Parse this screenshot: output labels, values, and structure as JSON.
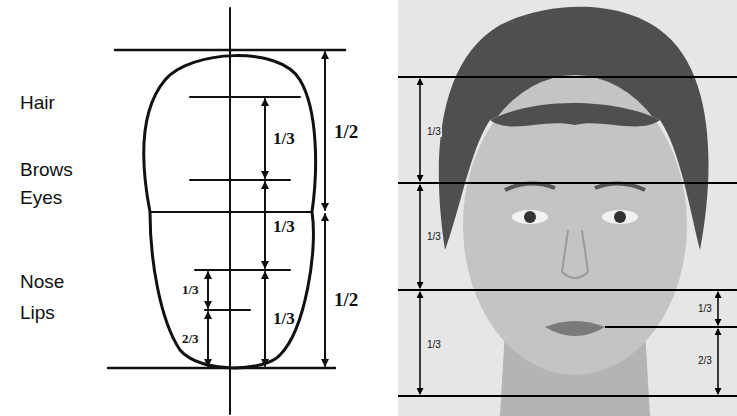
{
  "diagram": {
    "labels": [
      "Hair",
      "Brows",
      "Eyes",
      "Nose",
      "Lips",
      "1/3",
      "1/2",
      "1/3",
      "1/3",
      "1/3",
      "1/2",
      "2/3",
      "1/3",
      "1/3",
      "1/3",
      "1/3",
      "2/3"
    ]
  }
}
